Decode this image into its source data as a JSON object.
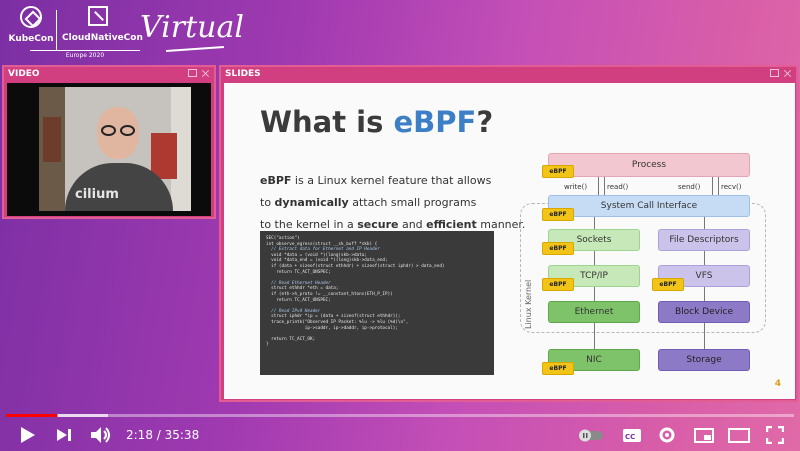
{
  "header": {
    "kubecon": "KubeCon",
    "cloudnativecon": "CloudNativeCon",
    "event": "Europe 2020",
    "virtual": "Virtual"
  },
  "panels": {
    "video_title": "VIDEO",
    "slides_title": "SLIDES"
  },
  "video": {
    "shirt_text": "cilium"
  },
  "slide": {
    "title_prefix": "What is ",
    "title_accent": "eBPF",
    "title_suffix": "?",
    "line1_a": "eBPF",
    "line1_b": " is a Linux kernel feature that allows",
    "line2_a": "to ",
    "line2_b": "dynamically",
    "line2_c": " attach small programs",
    "line3_a": "to the kernel in a ",
    "line3_b": "secure",
    "line3_c": " and ",
    "line3_d": "efficient",
    "line3_e": " manner.",
    "page_number": "4",
    "code": [
      "SEC(\"action\")",
      "int observe_egress(struct __sk_buff *skb) {",
      "  // Extract data for Ethernet and IP Header",
      "  void *data = (void *)(long)skb->data;",
      "  void *data_end = (void *)(long)skb->data_end;",
      "  if (data + sizeof(struct ethhdr) + sizeof(struct iphdr) > data_end)",
      "    return TC_ACT_UNSPEC;",
      "",
      "  // Read Ethernet Header",
      "  struct ethhdr *eth = data;",
      "  if (eth->h_proto != __constant_htons(ETH_P_IP))",
      "    return TC_ACT_UNSPEC;",
      "",
      "  // Read IPv4 Header",
      "  struct iphdr *ip = (data + sizeof(struct ethhdr));",
      "  trace_printk(\"Observed IP Packet: %lu -> %lu (%d)\\n\",",
      "               ip->saddr, ip->daddr, ip->protocol);",
      "",
      "  return TC_ACT_OK;",
      "}"
    ],
    "diagram": {
      "process": "Process",
      "syscall": "System Call Interface",
      "sockets": "Sockets",
      "file_descriptors": "File Descriptors",
      "tcpip": "TCP/IP",
      "vfs": "VFS",
      "ethernet": "Ethernet",
      "block_device": "Block Device",
      "nic": "NIC",
      "storage": "Storage",
      "kernel_label": "Linux Kernel",
      "write": "write()",
      "read": "read()",
      "send": "send()",
      "recv": "recv()",
      "ebpf_badge": "eBPF"
    }
  },
  "player": {
    "time": "2:18 / 35:38",
    "progress_fraction": 0.065
  }
}
